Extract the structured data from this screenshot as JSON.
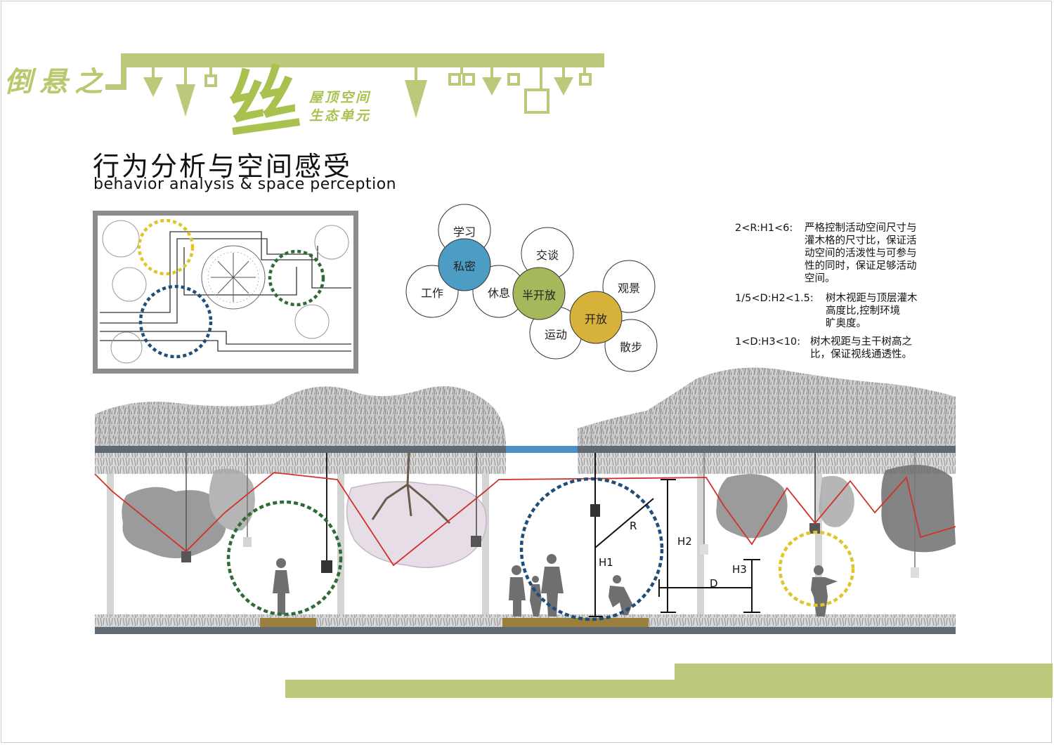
{
  "header": {
    "prefix": "倒悬之",
    "big_char": "丝",
    "subtitle_line1": "屋顶空间",
    "subtitle_line2": "生态单元"
  },
  "title": {
    "zh": "行为分析与空间感受",
    "en": "behavior analysis &  space perception"
  },
  "venn": {
    "circles": [
      {
        "label": "学习",
        "fill": "none"
      },
      {
        "label": "私密",
        "fill": "#4d9cc4"
      },
      {
        "label": "工作",
        "fill": "none"
      },
      {
        "label": "休息",
        "fill": "none"
      },
      {
        "label": "交谈",
        "fill": "none"
      },
      {
        "label": "半开放",
        "fill": "#a6b85c"
      },
      {
        "label": "开放",
        "fill": "#d6b23a"
      },
      {
        "label": "观景",
        "fill": "none"
      },
      {
        "label": "运动",
        "fill": "none"
      },
      {
        "label": "散步",
        "fill": "none"
      }
    ]
  },
  "notes": [
    {
      "key": "2<R:H1<6:",
      "text": "严格控制活动空间尺寸与\n灌木格的尺寸比，保证活\n动空间的活泼性与可参与\n性的同时，保证足够活动\n空间。"
    },
    {
      "key": "1/5<D:H2<1.5:",
      "text": "树木视距与顶层灌木\n高度比,控制环境\n旷奥度。"
    },
    {
      "key": "1<D:H3<10:",
      "text": "树木视距与主干树高之\n比，保证视线通透性。"
    }
  ],
  "section_labels": {
    "R": "R",
    "H1": "H1",
    "H2": "H2",
    "H3": "H3",
    "D": "D"
  },
  "colors": {
    "accent_green": "#bcc97a",
    "circle_yellow": "#e0c52a",
    "circle_blue": "#1f4e79",
    "circle_green": "#2f6b35",
    "red_line": "#d0312d",
    "beam": "#606a74"
  }
}
